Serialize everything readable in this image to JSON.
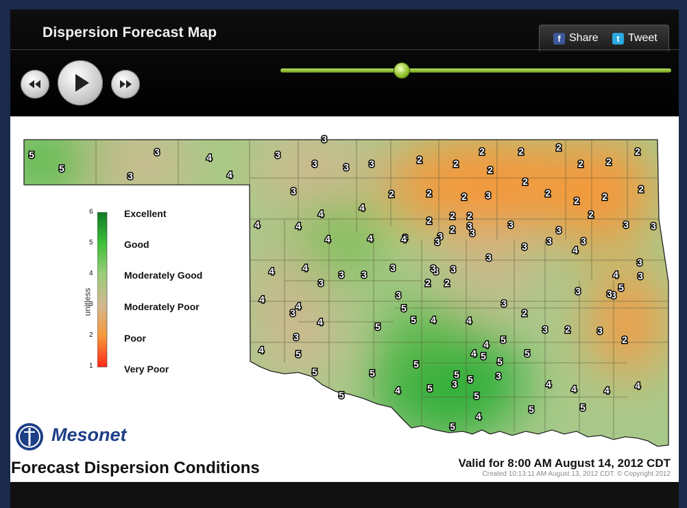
{
  "header": {
    "title": "Dispersion Forecast Map",
    "share_label": "Share",
    "tweet_label": "Tweet",
    "facebook_glyph": "f",
    "twitter_glyph": "t"
  },
  "player": {
    "timeline_position": 0.31
  },
  "legend": {
    "axis_label": "unitless",
    "ticks": [
      "6",
      "5",
      "4",
      "3",
      "2",
      "1"
    ],
    "categories": [
      "Excellent",
      "Good",
      "Moderately Good",
      "Moderately Poor",
      "Poor",
      "Very Poor"
    ],
    "colors": [
      "#0f7a25",
      "#3fbf3a",
      "#9ccc7a",
      "#d2b890",
      "#f5983a",
      "#ff2a1a"
    ]
  },
  "map": {
    "county_values": [
      "5",
      "5",
      "3",
      "3",
      "4",
      "4",
      "3",
      "3",
      "3",
      "3",
      "3",
      "2",
      "2",
      "2",
      "2",
      "2",
      "2",
      "2",
      "2",
      "2",
      "2",
      "2",
      "2",
      "2",
      "2",
      "3",
      "2",
      "2",
      "2",
      "2",
      "3",
      "4",
      "4",
      "4",
      "4",
      "4",
      "4",
      "3",
      "2",
      "2",
      "2",
      "2",
      "3",
      "3",
      "3",
      "3",
      "3",
      "3",
      "3",
      "3",
      "3",
      "3",
      "4",
      "3",
      "4",
      "4",
      "3",
      "3",
      "3",
      "3",
      "3",
      "3",
      "3",
      "2",
      "2",
      "3",
      "4",
      "4",
      "3",
      "3",
      "5",
      "3",
      "3",
      "4",
      "4",
      "4",
      "3",
      "2",
      "3",
      "3",
      "3",
      "5",
      "5",
      "5",
      "4",
      "4",
      "3",
      "2",
      "2",
      "3",
      "3",
      "4",
      "5",
      "5",
      "5",
      "5",
      "5",
      "4",
      "5",
      "3",
      "5",
      "5",
      "5",
      "5",
      "4",
      "4",
      "5",
      "5",
      "5",
      "5",
      "5",
      "4",
      "3",
      "4",
      "4",
      "5",
      "4",
      "4"
    ]
  },
  "branding": {
    "logo_text": "Mesonet"
  },
  "footer": {
    "title": "Forecast Dispersion Conditions",
    "valid": "Valid for 8:00 AM August 14, 2012 CDT",
    "created": "Created 10:13:11 AM August 13, 2012 CDT. © Copyright 2012"
  }
}
